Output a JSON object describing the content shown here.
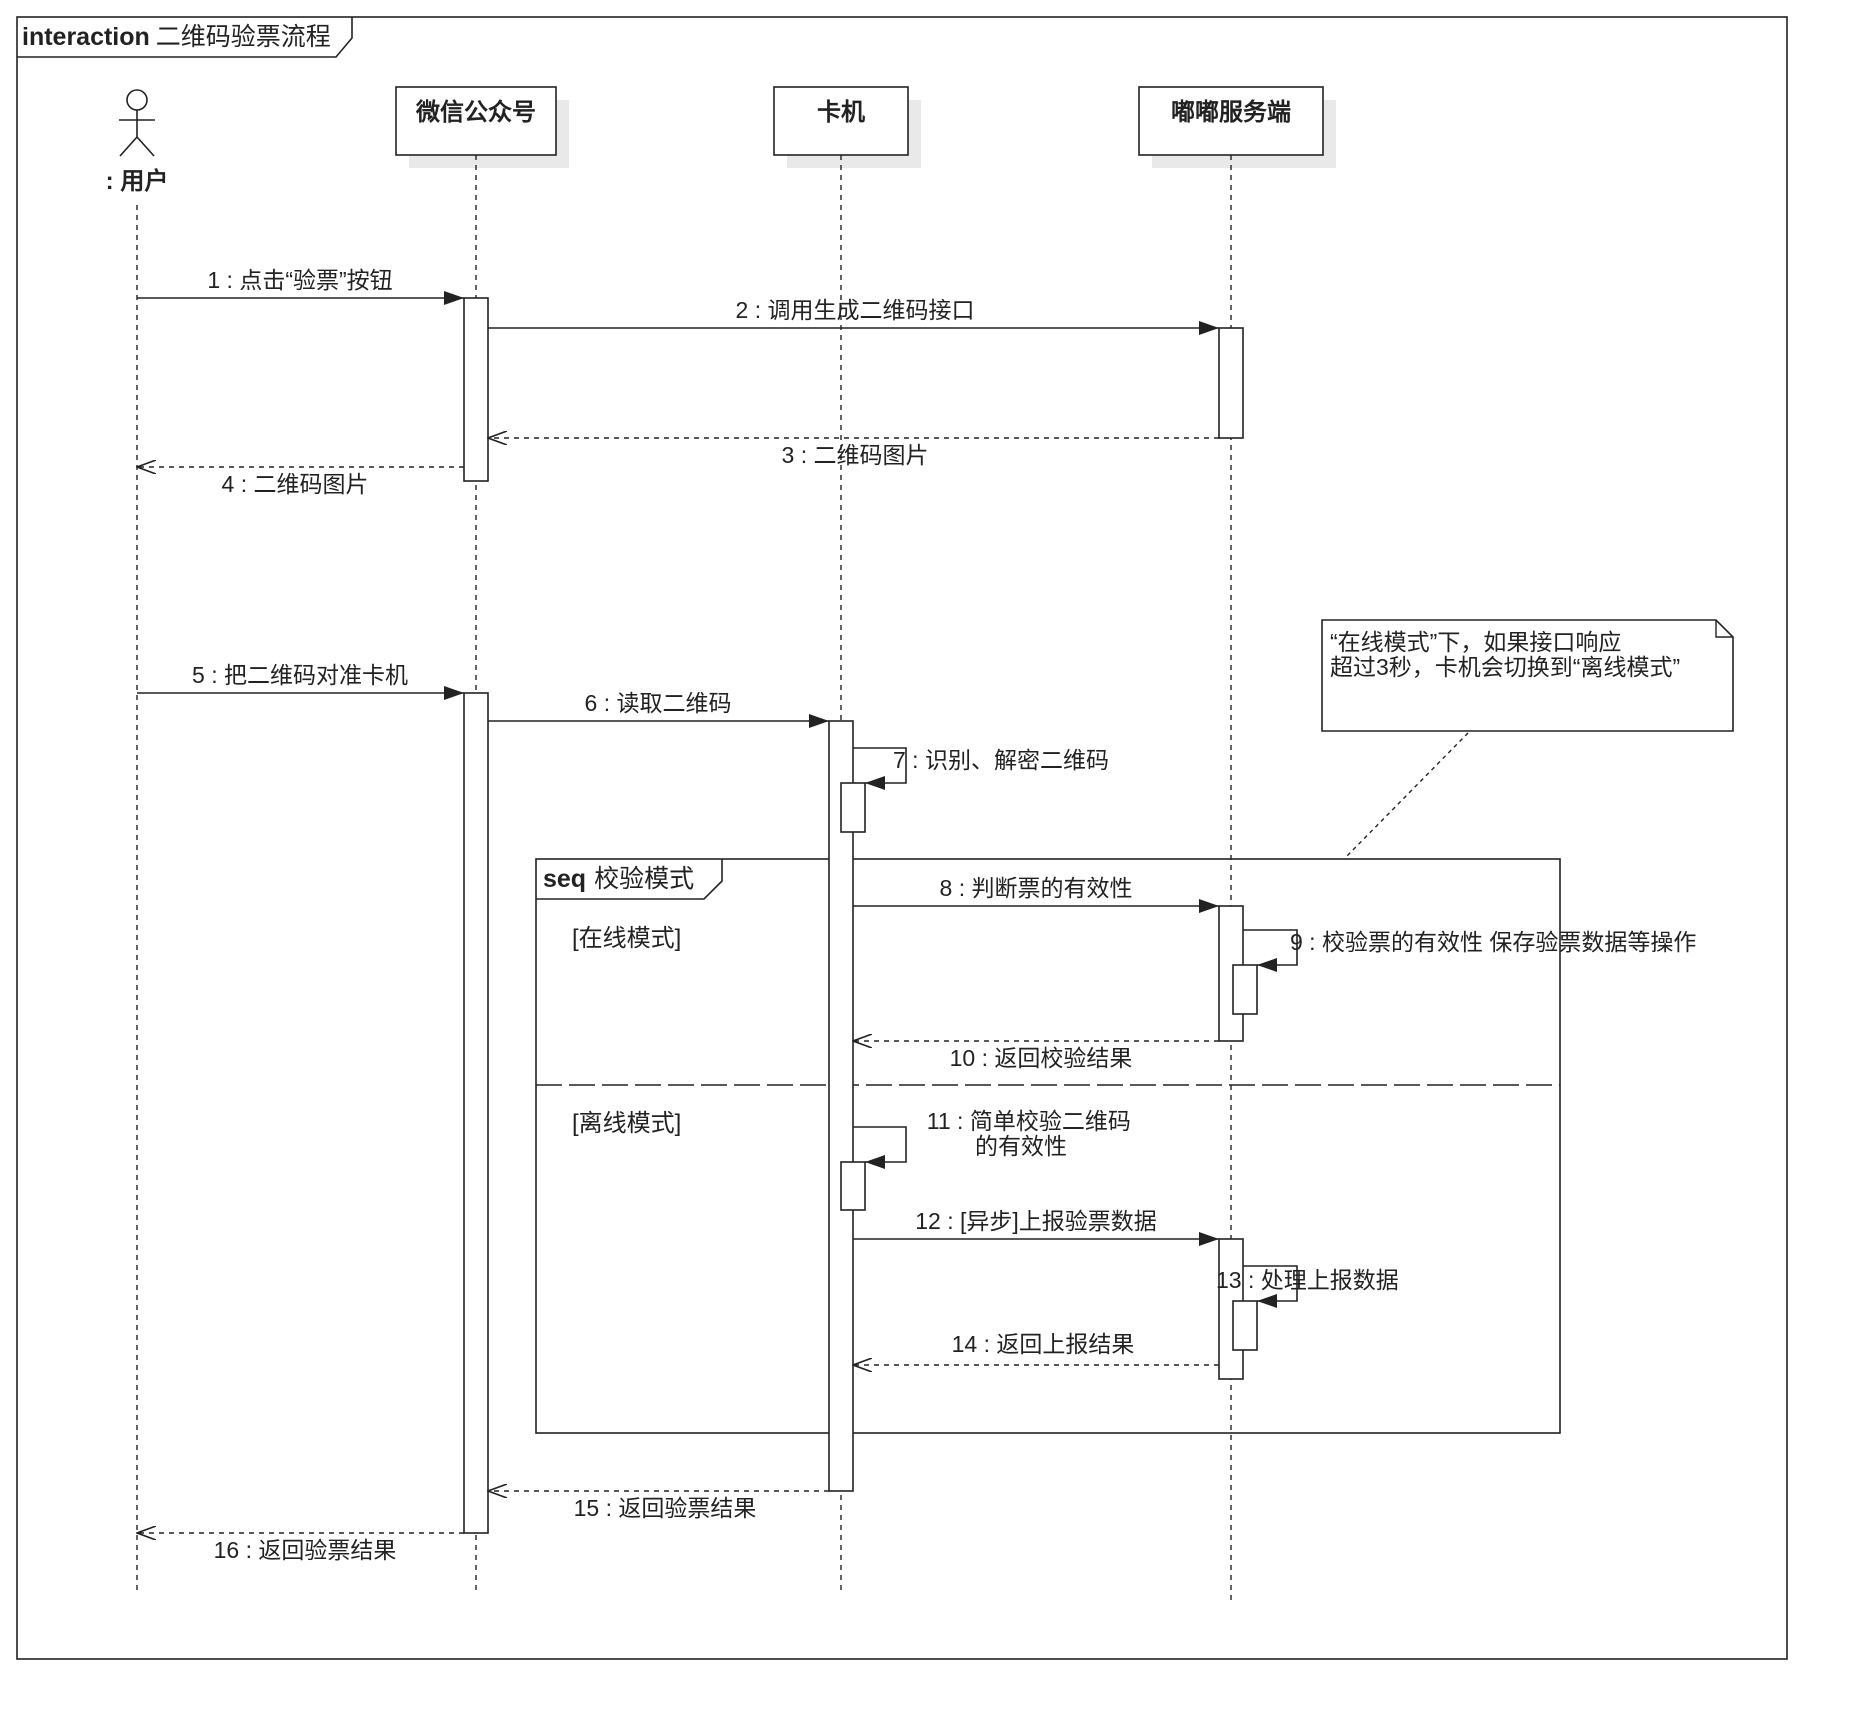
{
  "frame": {
    "keyword": "interaction",
    "name": "二维码验票流程"
  },
  "participants": [
    {
      "id": "user",
      "label": ": 用户",
      "kind": "actor"
    },
    {
      "id": "wechat",
      "label": "微信公众号",
      "kind": "object"
    },
    {
      "id": "card",
      "label": "卡机",
      "kind": "object"
    },
    {
      "id": "server",
      "label": "嘟嘟服务端",
      "kind": "object"
    }
  ],
  "messages": [
    {
      "label": "1 : 点击“验票”按钮",
      "from": "user",
      "to": "wechat",
      "type": "sync"
    },
    {
      "label": "2 : 调用生成二维码接口",
      "from": "wechat",
      "to": "server",
      "type": "sync"
    },
    {
      "label": "3 : 二维码图片",
      "from": "server",
      "to": "wechat",
      "type": "return"
    },
    {
      "label": "4 : 二维码图片",
      "from": "wechat",
      "to": "user",
      "type": "return"
    },
    {
      "label": "5 : 把二维码对准卡机",
      "from": "user",
      "to": "wechat",
      "type": "sync"
    },
    {
      "label": "6 : 读取二维码",
      "from": "wechat",
      "to": "card",
      "type": "sync"
    },
    {
      "label": "7 : 识别、解密二维码",
      "from": "card",
      "to": "card",
      "type": "self"
    },
    {
      "label": "8 : 判断票的有效性",
      "from": "card",
      "to": "server",
      "type": "sync"
    },
    {
      "label": "9 : 校验票的有效性 保存验票数据等操作",
      "from": "server",
      "to": "server",
      "type": "self"
    },
    {
      "label": "10 : 返回校验结果",
      "from": "server",
      "to": "card",
      "type": "return"
    },
    {
      "label": "11 : 简单校验二维码",
      "label2": "的有效性",
      "from": "card",
      "to": "card",
      "type": "self"
    },
    {
      "label": "12 : [异步]上报验票数据",
      "from": "card",
      "to": "server",
      "type": "sync"
    },
    {
      "label": "13 : 处理上报数据",
      "from": "server",
      "to": "server",
      "type": "self"
    },
    {
      "label": "14 : 返回上报结果",
      "from": "server",
      "to": "card",
      "type": "return"
    },
    {
      "label": "15 : 返回验票结果",
      "from": "card",
      "to": "wechat",
      "type": "return"
    },
    {
      "label": "16 : 返回验票结果",
      "from": "wechat",
      "to": "user",
      "type": "return"
    }
  ],
  "fragment": {
    "keyword": "seq",
    "name": "校验模式",
    "guards": [
      "[在线模式]",
      "[离线模式]"
    ]
  },
  "note": {
    "line1": "“在线模式”下，如果接口响应",
    "line2": "超过3秒，卡机会切换到“离线模式”"
  },
  "colors": {
    "line": "#222222",
    "shadow": "#e9e9e9",
    "background": "#ffffff"
  }
}
